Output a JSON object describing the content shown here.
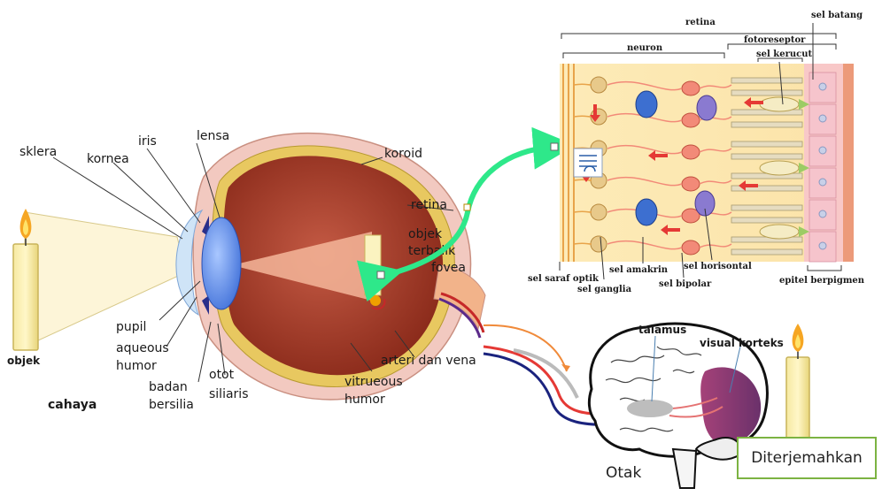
{
  "eye": {
    "labels": {
      "sklera": "sklera",
      "kornea": "kornea",
      "iris": "iris",
      "lensa": "lensa",
      "koroid": "koroid",
      "retina": "retina",
      "objek_terbalik_1": "objek",
      "objek_terbalik_2": "terbalik",
      "fovea": "fovea",
      "pupil": "pupil",
      "aqueous_1": "aqueous",
      "aqueous_2": "humor",
      "badan_1": "badan",
      "badan_2": "bersilia",
      "otot_1": "otot",
      "otot_2": "siliaris",
      "arteri": "arteri dan vena",
      "vitreous_1": "vitrueous",
      "vitreous_2": "humor",
      "objek": "objek",
      "cahaya": "cahaya"
    }
  },
  "retina_detail": {
    "labels": {
      "retina": "retina",
      "sel_batang": "sel batang",
      "neuron": "neuron",
      "fotoreseptor": "fotoreseptor",
      "sel_kerucut": "sel kerucut",
      "sel_saraf_optik": "sel saraf optik",
      "sel_ganglia": "sel ganglia",
      "sel_amakrin": "sel amakrin",
      "sel_bipolar": "sel bipolar",
      "sel_horisontal": "sel horisontal",
      "epitel": "epitel berpigmen"
    }
  },
  "brain": {
    "labels": {
      "talamus": "talamus",
      "visual_korteks": "visual korteks",
      "otak": "Otak"
    }
  },
  "translate_box": "Diterjemahkan",
  "colors": {
    "arrow": "#2ee88a",
    "translate_border": "#7cb342",
    "sclera": "#f2c9c0",
    "choroid": "#e8c860",
    "vitreous": "#a83a2a",
    "lens": "#5b8de8"
  }
}
